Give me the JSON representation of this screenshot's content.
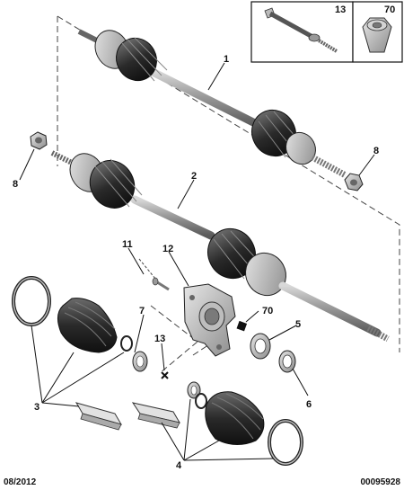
{
  "callouts": {
    "c1": "1",
    "c2": "2",
    "c4": "4",
    "c3": "3",
    "c5": "5",
    "c6": "6",
    "c7": "7",
    "c8a": "8",
    "c8b": "8",
    "c11": "11",
    "c12": "12",
    "c13a": "13",
    "c13b": "13",
    "c70a": "70",
    "c70b": "70"
  },
  "footer": {
    "date": "08/2012",
    "reference": "00095928"
  }
}
